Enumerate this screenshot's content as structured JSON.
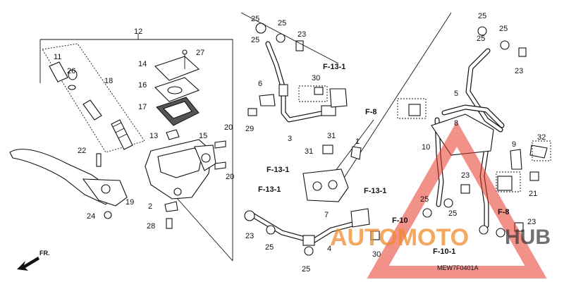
{
  "diagram_code": "MEW7F0401A",
  "front_indicator": "FR.",
  "watermark": {
    "text_left": "AUTOMOTO",
    "text_right": "HUB",
    "color": "#e8372a"
  },
  "group_label": "12",
  "part_numbers": {
    "p1": "1",
    "p2": "2",
    "p3": "3",
    "p4": "4",
    "p5": "5",
    "p6": "6",
    "p7": "7",
    "p8": "8",
    "p9": "9",
    "p10": "10",
    "p11": "11",
    "p13": "13",
    "p14": "14",
    "p15": "15",
    "p16": "16",
    "p17": "17",
    "p18": "18",
    "p19": "19",
    "p20a": "20",
    "p20b": "20",
    "p21": "21",
    "p22": "22",
    "p23a": "23",
    "p23b": "23",
    "p23c": "23",
    "p23d": "23",
    "p23e": "23",
    "p24": "24",
    "p25a": "25",
    "p25b": "25",
    "p25c": "25",
    "p25d": "25",
    "p25e": "25",
    "p25f": "25",
    "p25g": "25",
    "p25h": "25",
    "p25i": "25",
    "p25j": "25",
    "p26": "26",
    "p27": "27",
    "p28": "28",
    "p29": "29",
    "p30a": "30",
    "p30b": "30",
    "p31a": "31",
    "p31b": "31",
    "p32": "32"
  },
  "references": {
    "r_f131_top": "F-13-1",
    "r_f8_left": "F-8",
    "r_f131_a": "F-13-1",
    "r_f131_b": "F-13-1",
    "r_f131_c": "F-13-1",
    "r_f10": "F-10",
    "r_f101": "F-10-1",
    "r_f8_right": "F-8"
  }
}
